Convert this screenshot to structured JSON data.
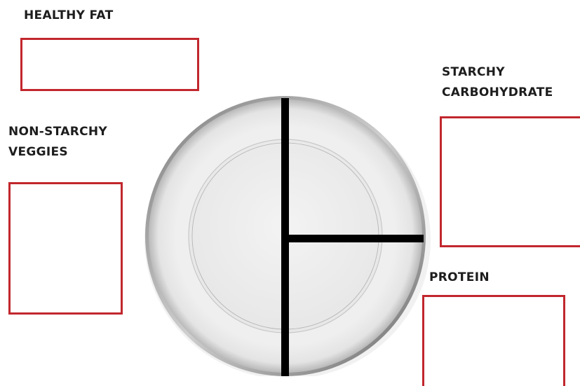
{
  "sections": {
    "healthy_fat": {
      "label": "HEALTHY FAT"
    },
    "non_starchy_veggies": {
      "label_lines": [
        "NON-STARCHY",
        "VEGGIES"
      ]
    },
    "starchy_carbohydrate": {
      "label_lines": [
        "STARCHY",
        "CARBOHYDRATE"
      ]
    },
    "protein": {
      "label": "PROTEIN"
    }
  },
  "colors": {
    "box_border": "#c1272d",
    "divider": "#000000",
    "label_text": "#1d1d1d"
  }
}
